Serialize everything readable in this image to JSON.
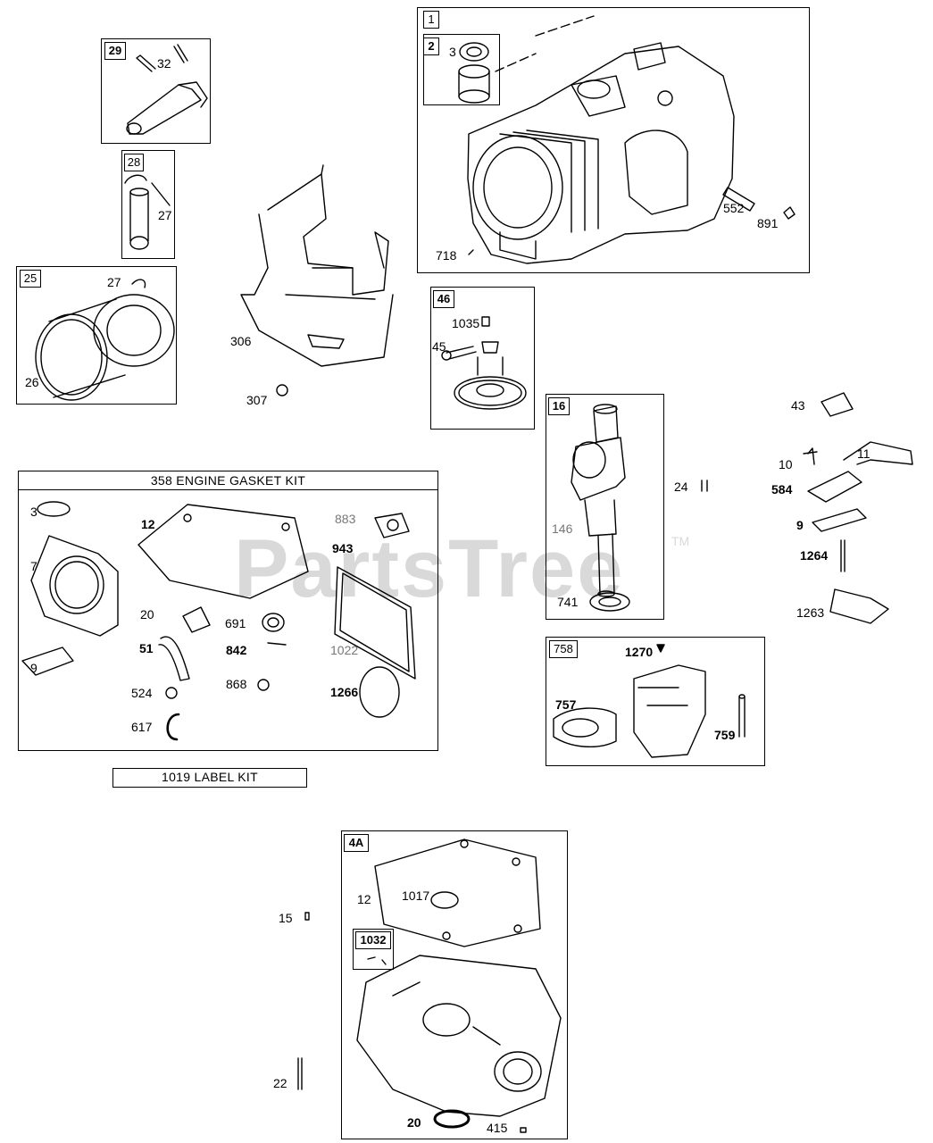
{
  "watermark": {
    "text": "PartsTree",
    "tm": "TM"
  },
  "boxes": {
    "b1": "1",
    "b2": "2",
    "b29": "29",
    "b28": "28",
    "b25": "25",
    "b46": "46",
    "b16": "16",
    "b758": "758",
    "b4A": "4A",
    "b1032": "1032"
  },
  "kits": {
    "gasket_title": "358 ENGINE GASKET KIT",
    "label_title": "1019 LABEL KIT"
  },
  "labels": {
    "p3a": "3",
    "p552": "552",
    "p891": "891",
    "p718": "718",
    "p32": "32",
    "p27": "27",
    "p27b": "27",
    "p26": "26",
    "p306": "306",
    "p307": "307",
    "p1035": "1035",
    "p45": "45",
    "p24": "24",
    "p146": "146",
    "p741": "741",
    "p43": "43",
    "p10": "10",
    "p11": "11",
    "p584": "584",
    "p9b": "9",
    "p1264": "1264",
    "p1263": "1263",
    "g3": "3",
    "g12": "12",
    "g883": "883",
    "g943": "943",
    "g7": "7",
    "g20": "20",
    "g691": "691",
    "g51": "51",
    "g842": "842",
    "g1022": "1022",
    "g9": "9",
    "g524": "524",
    "g868": "868",
    "g1266": "1266",
    "g617": "617",
    "p1270": "1270",
    "p757": "757",
    "p759": "759",
    "p15": "15",
    "p12b": "12",
    "p1017": "1017",
    "p22": "22",
    "p20b": "20",
    "p415": "415"
  }
}
